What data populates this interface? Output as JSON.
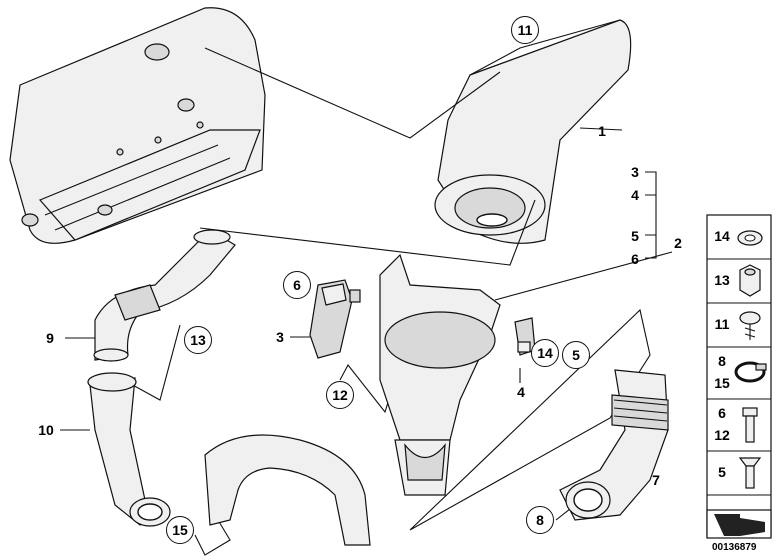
{
  "callouts": [
    {
      "id": "c-11",
      "text": "11",
      "circled": true
    },
    {
      "id": "c-1",
      "text": "1",
      "circled": false
    },
    {
      "id": "c-3a",
      "text": "3",
      "circled": false
    },
    {
      "id": "c-4a",
      "text": "4",
      "circled": false
    },
    {
      "id": "c-2",
      "text": "2",
      "circled": false
    },
    {
      "id": "c-5a",
      "text": "5",
      "circled": false
    },
    {
      "id": "c-6a",
      "text": "6",
      "circled": false
    },
    {
      "id": "c-6b",
      "text": "6",
      "circled": true
    },
    {
      "id": "c-3b",
      "text": "3",
      "circled": false
    },
    {
      "id": "c-9",
      "text": "9",
      "circled": false
    },
    {
      "id": "c-13",
      "text": "13",
      "circled": true
    },
    {
      "id": "c-12",
      "text": "12",
      "circled": true
    },
    {
      "id": "c-14",
      "text": "14",
      "circled": true
    },
    {
      "id": "c-5b",
      "text": "5",
      "circled": true
    },
    {
      "id": "c-4b",
      "text": "4",
      "circled": false
    },
    {
      "id": "c-10",
      "text": "10",
      "circled": false
    },
    {
      "id": "c-7",
      "text": "7",
      "circled": false
    },
    {
      "id": "c-8",
      "text": "8",
      "circled": true
    },
    {
      "id": "c-15",
      "text": "15",
      "circled": true
    }
  ],
  "legend": {
    "rows": [
      {
        "labels": [
          "14"
        ],
        "icon": "washer-icon"
      },
      {
        "labels": [
          "13"
        ],
        "icon": "hex-nut-icon"
      },
      {
        "labels": [
          "11"
        ],
        "icon": "clip-screw-icon"
      },
      {
        "labels": [
          "8",
          "15"
        ],
        "icon": "hose-clamp-icon"
      },
      {
        "labels": [
          "6",
          "12"
        ],
        "icon": "hex-bolt-icon"
      },
      {
        "labels": [
          "5"
        ],
        "icon": "countersunk-screw-icon"
      }
    ],
    "corner_icon": "arrow-icon"
  },
  "diagram_number": "00136879"
}
